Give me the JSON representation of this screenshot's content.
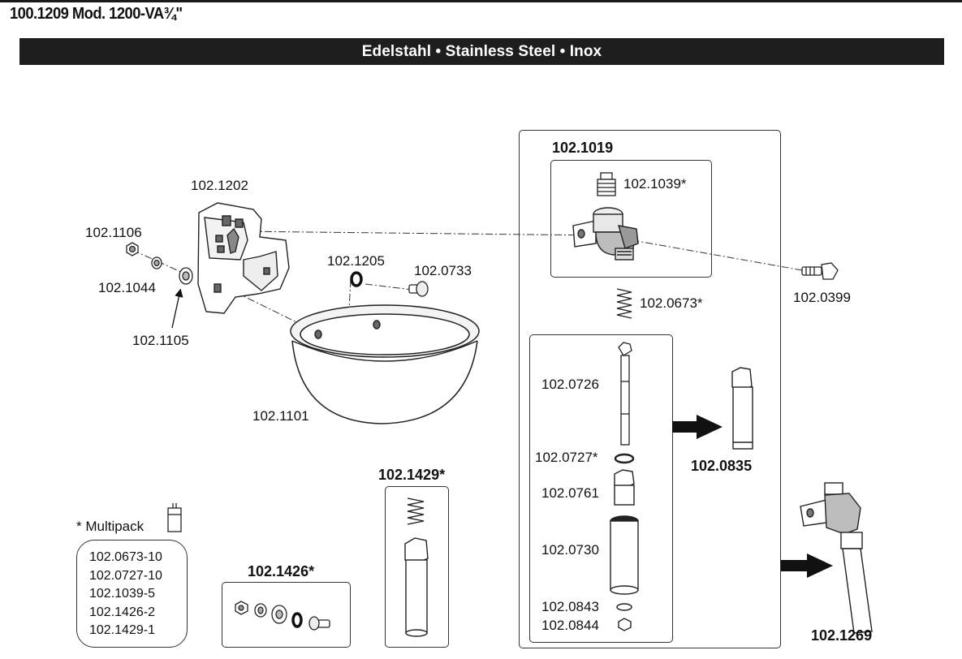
{
  "header": {
    "model_title": "100.1209 Mod. 1200-VA¾\"",
    "material_bar": "Edelstahl • Stainless Steel • Inox"
  },
  "parts": {
    "bracket": "102.1202",
    "nut_small": "102.1106",
    "washer_1044": "102.1044",
    "washer_1105": "102.1105",
    "bowl": "102.1101",
    "oring_1205": "102.1205",
    "screw_0733": "102.0733",
    "valve_body_group": "102.1019",
    "plug_1039": "102.1039*",
    "screw_0399": "102.0399",
    "spring_0673": "102.0673*",
    "pin_0726": "102.0726",
    "seal_0727": "102.0727*",
    "nut_0761": "102.0761",
    "sleeve_0730": "102.0730",
    "washer_0843": "102.0843",
    "nut_0844": "102.0844",
    "assembly_0835": "102.0835",
    "assembly_1269": "102.1269",
    "kit_1429": "102.1429*",
    "kit_1426": "102.1426*"
  },
  "multipack": {
    "title": "* Multipack",
    "icon": "multipack-box-icon",
    "items": [
      "102.0673-10",
      "102.0727-10",
      "102.1039-5",
      "102.1426-2",
      "102.1429-1"
    ]
  }
}
